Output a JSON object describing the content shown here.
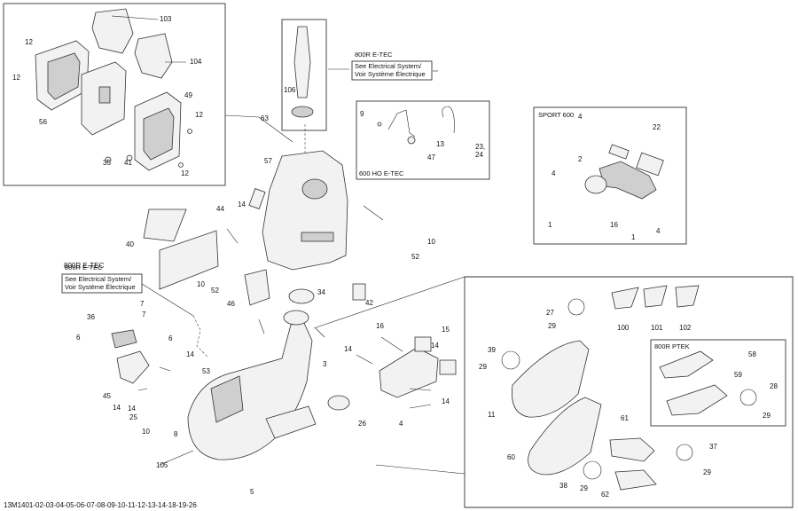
{
  "footer_code": "13M1401-02-03-04-05-06-07-08-09-10-11-12-13-14-18-19-26",
  "notes": {
    "etec_top_title": "800R E-TEC",
    "etec_top_line1": "See Electrical System/",
    "etec_top_line2": "Voir Système Électrique",
    "etec_left_title": "800R E-TEC",
    "etec_left_line1": "See Electrical System/",
    "etec_left_line2": "Voir Système Électrique"
  },
  "inset_labels": {
    "ho_etec": "600 HO E-TEC",
    "sport": "SPORT 600",
    "ptek": "800R PTEK"
  },
  "callouts": [
    "103",
    "12",
    "12",
    "104",
    "49",
    "12",
    "56",
    "35",
    "41",
    "12",
    "106",
    "63",
    "9",
    "13",
    "47",
    "23,\n24",
    "57",
    "14",
    "44",
    "40",
    "10",
    "52",
    "10",
    "52",
    "46",
    "34",
    "42",
    "4",
    "2",
    "22",
    "4",
    "16",
    "1",
    "4",
    "1",
    "800R E-TEC",
    "36",
    "7",
    "6",
    "6",
    "14",
    "14",
    "7",
    "53",
    "45",
    "14",
    "25",
    "10",
    "8",
    "3",
    "4",
    "16",
    "15",
    "14",
    "14",
    "14",
    "26",
    "105",
    "5",
    "27",
    "29",
    "100",
    "101",
    "102",
    "39",
    "29",
    "11",
    "58",
    "59",
    "28",
    "29",
    "61",
    "60",
    "37",
    "29",
    "38",
    "29",
    "62"
  ]
}
